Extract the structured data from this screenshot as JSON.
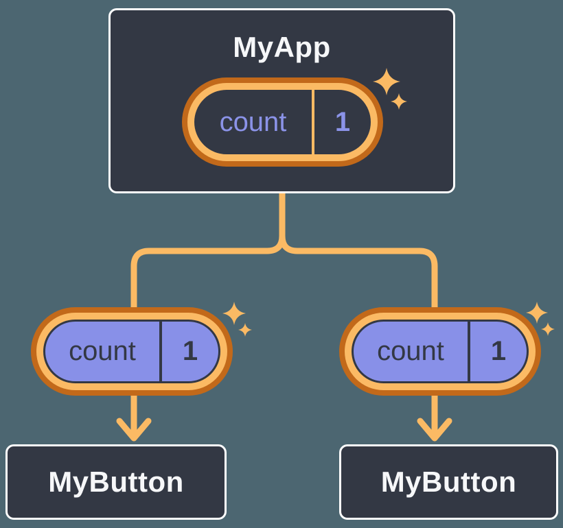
{
  "tree": {
    "root": {
      "title": "MyApp",
      "state": {
        "label": "count",
        "value": "1"
      }
    },
    "children": [
      {
        "title": "MyButton",
        "prop": {
          "label": "count",
          "value": "1"
        }
      },
      {
        "title": "MyButton",
        "prop": {
          "label": "count",
          "value": "1"
        }
      }
    ]
  },
  "icons": {
    "sparkle": "four-point-star"
  },
  "colors": {
    "background": "#4C6671",
    "node_fill": "#333844",
    "node_border": "#FFFFFF",
    "node_text": "#F6F7F9",
    "pill_fill_child": "#8890E8",
    "pill_text_root": "#8B93E8",
    "pill_text_child": "#333844",
    "ring_outer": "#C2691A",
    "ring_inner": "#FBBA64",
    "connector": "#FBBA64"
  }
}
